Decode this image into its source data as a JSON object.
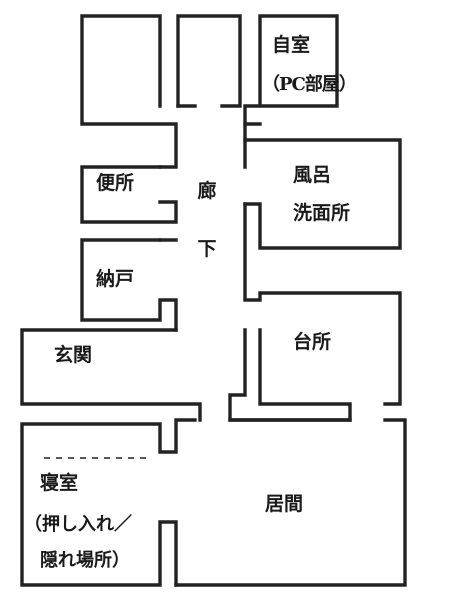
{
  "rooms": {
    "jishitsu": {
      "name": "自室",
      "sub": "（PC部屋）"
    },
    "benjo": {
      "name": "便所"
    },
    "nando": {
      "name": "納戸"
    },
    "genkan": {
      "name": "玄関"
    },
    "furo": {
      "name": "風呂",
      "sub": "洗面所"
    },
    "daidokoro": {
      "name": "台所"
    },
    "shinshitsu": {
      "name": "寝室",
      "sub1": "（押し入れ／",
      "sub2": "隠れ場所）"
    },
    "ima": {
      "name": "居間"
    },
    "rouka": {
      "char1": "廊",
      "char2": "下"
    }
  },
  "colors": {
    "ink": "#222222",
    "background": "#ffffff"
  }
}
